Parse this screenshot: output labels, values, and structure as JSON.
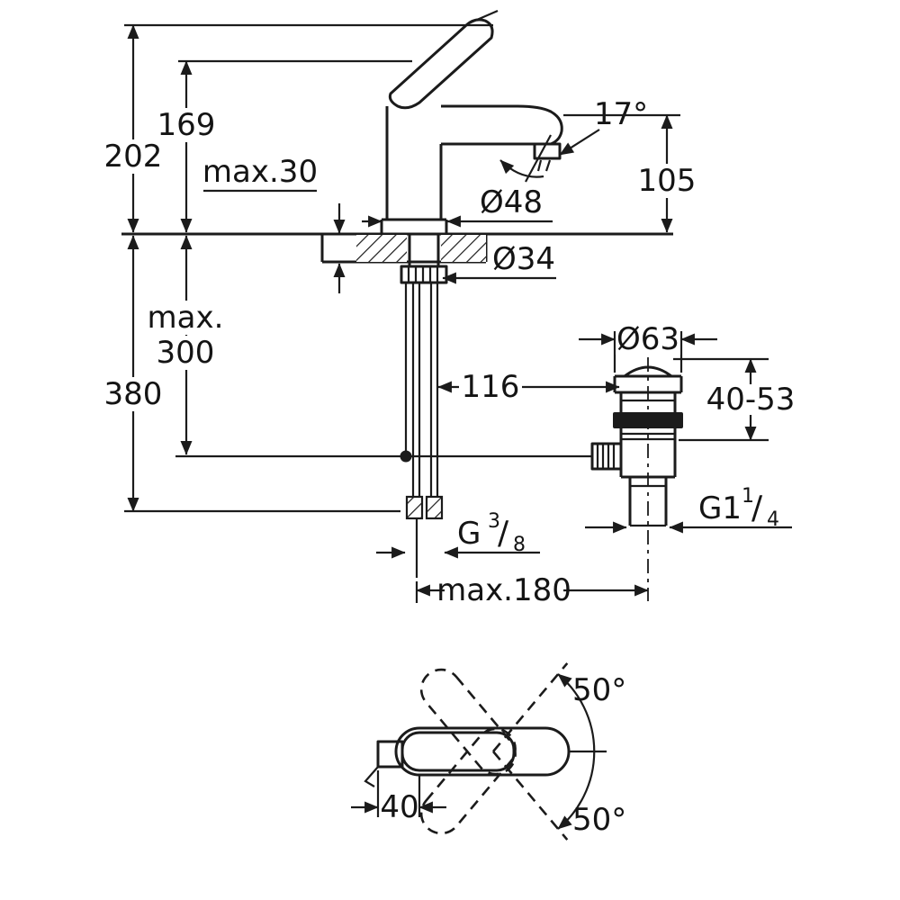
{
  "drawing": {
    "kind": "faucet technical dimension drawing",
    "line_color": "#1b1b1b",
    "background": "#ffffff"
  },
  "front": {
    "dims": {
      "total_height": "202",
      "height_to_cartridge": "169",
      "deck_thickness": "max.30",
      "spout_angle": "17°",
      "spout_height": "105",
      "base_diameter": "Ø48",
      "shank_diameter": "Ø34",
      "hose_max_label": "max.",
      "hose_max_value": "300",
      "under_deck_total": "380",
      "rod_clearance": "116",
      "waste_diameter": "Ø63",
      "clamp_range": "40-53",
      "max_center_distance": "max.180",
      "waste_thread": {
        "base": "G1",
        "sup": "1",
        "slash": "/",
        "sub": "4"
      },
      "supply_thread": {
        "base": "G",
        "sup": "3",
        "slash": "/",
        "sub": "8"
      }
    }
  },
  "top": {
    "dims": {
      "swivel_upper": "50°",
      "swivel_lower": "50°",
      "handle_dim": "40"
    }
  }
}
